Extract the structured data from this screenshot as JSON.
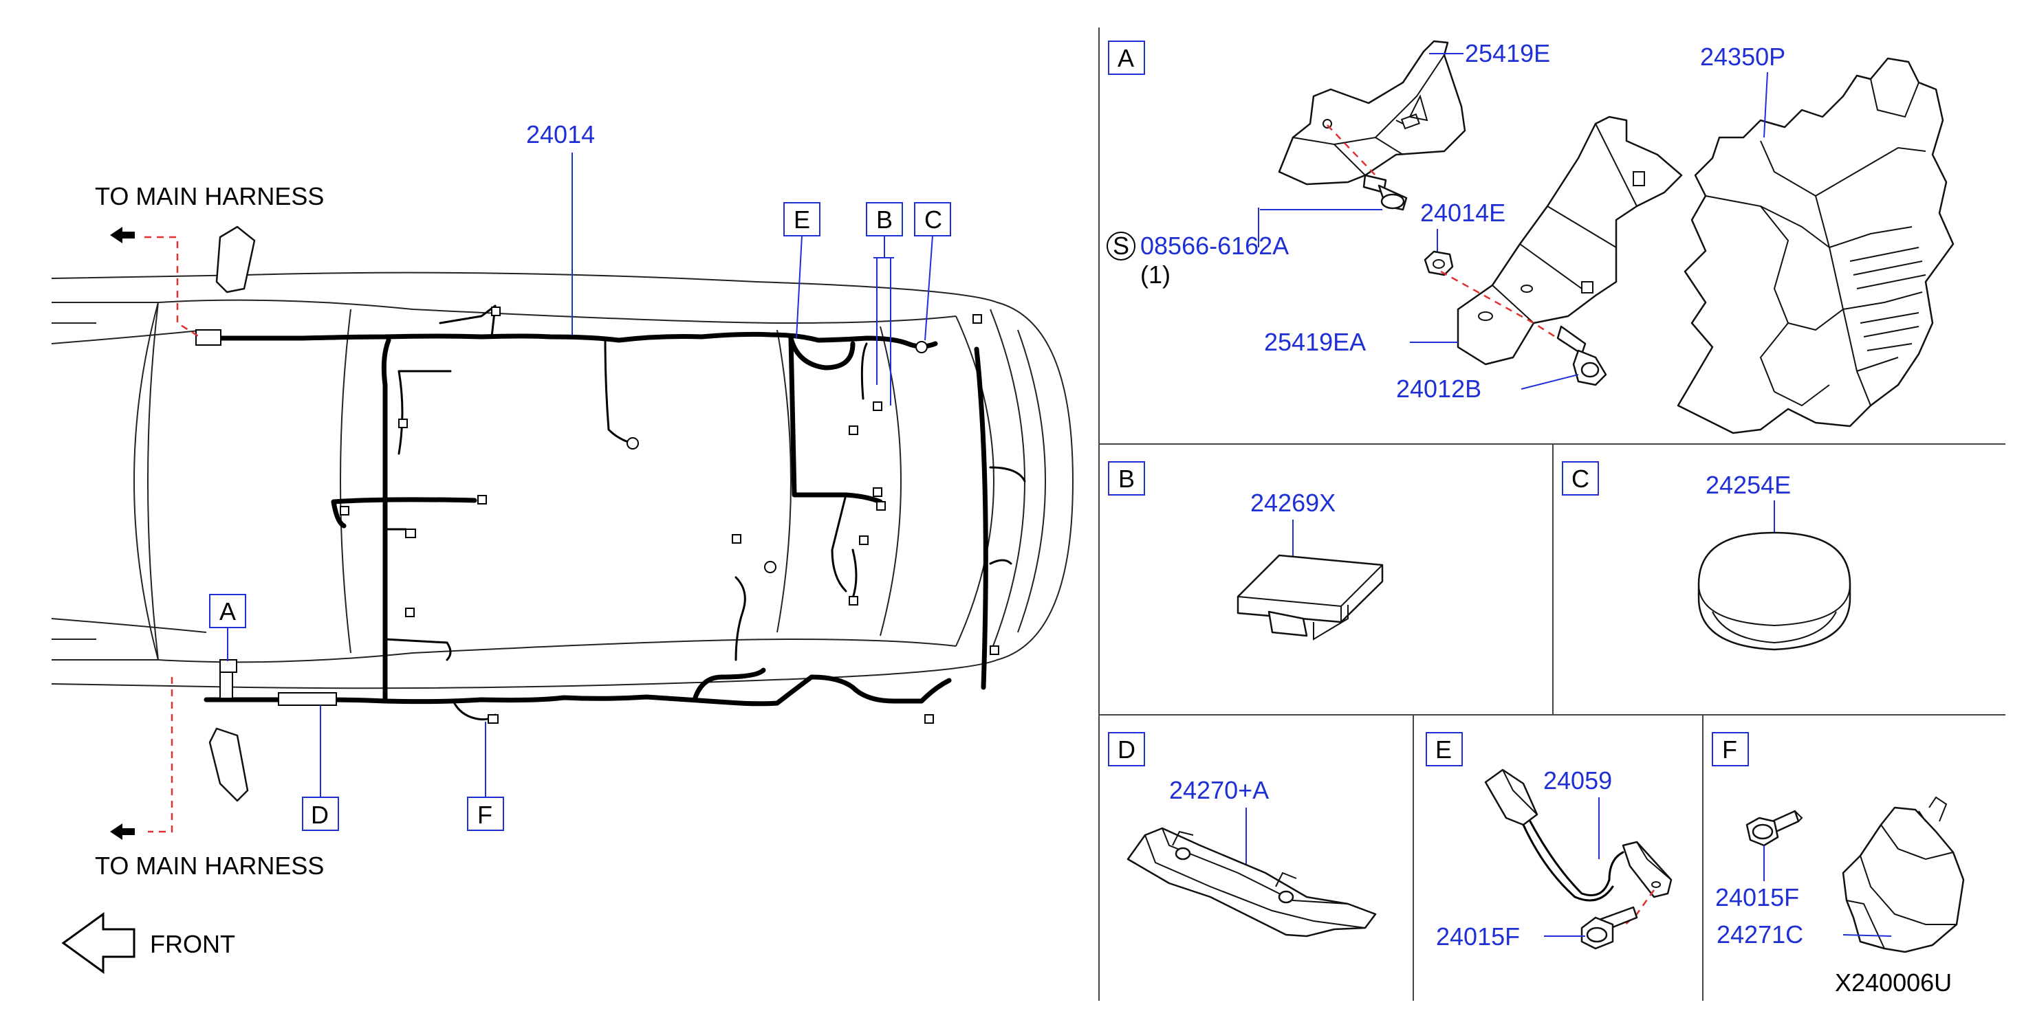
{
  "overview": {
    "harness_part": "24014",
    "to_main_harness_top": "TO  MAIN  HARNESS",
    "to_main_harness_bottom": "TO  MAIN  HARNESS",
    "front_label": "FRONT",
    "callouts": [
      "A",
      "B",
      "C",
      "D",
      "E",
      "F"
    ]
  },
  "panels": {
    "A": {
      "letter": "A",
      "parts": {
        "p1": "25419E",
        "p2": "24350P",
        "p3": "24014E",
        "p4": "08566-6162A",
        "p4_symbol": "S",
        "p4_qty": "(1)",
        "p5": "25419EA",
        "p6": "24012B"
      }
    },
    "B": {
      "letter": "B",
      "part": "24269X"
    },
    "C": {
      "letter": "C",
      "part": "24254E"
    },
    "D": {
      "letter": "D",
      "part": "24270+A"
    },
    "E": {
      "letter": "E",
      "parts": {
        "p1": "24059",
        "p2": "24015F"
      }
    },
    "F": {
      "letter": "F",
      "parts": {
        "p1": "24015F",
        "p2": "24271C"
      }
    }
  },
  "diagram_code": "X240006U"
}
